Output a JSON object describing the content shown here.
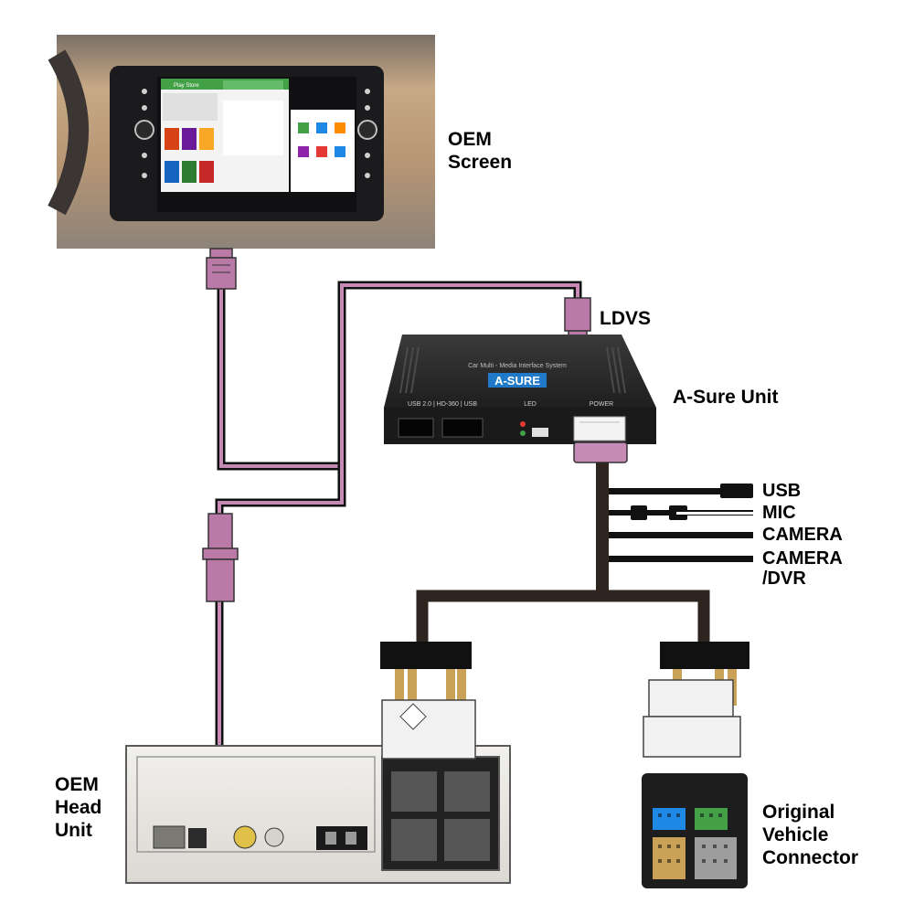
{
  "labels": {
    "oem_screen": [
      "OEM",
      "Screen"
    ],
    "ldvs": "LDVS",
    "asure_unit": "A-Sure Unit",
    "usb": "USB",
    "mic": "MIC",
    "camera": "CAMERA",
    "camera_dvr": [
      "CAMERA",
      "/DVR"
    ],
    "oem_head_unit": [
      "OEM",
      "Head",
      "Unit"
    ],
    "original_vehicle_connector": [
      "Original",
      "Vehicle",
      "Connector"
    ]
  },
  "device": {
    "brand": "A-SURE",
    "subtitle": "Car Multi - Media Interface System",
    "port_usb": "USB 2.0 | HD-360 | USB",
    "port_led": "LED",
    "port_power": "POWER"
  },
  "screen": {
    "app_title": "Play Store"
  },
  "colors": {
    "pink_sleeve": "#c58bb5",
    "connector_pink": "#b97aa8",
    "cable_black": "#111111",
    "harness_brown": "#2e2420",
    "unit_body": "#2b2b2b",
    "dash_tan": "#b99a78"
  }
}
